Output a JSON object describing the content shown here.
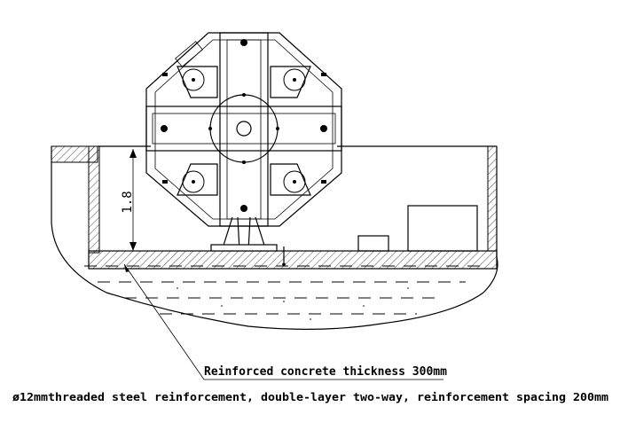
{
  "drawing": {
    "dimension_label": "1.8",
    "note_line_1": "Reinforced concrete thickness 300mm",
    "note_line_2": "ø12mmthreaded steel reinforcement, double-layer two-way, reinforcement spacing 200mm"
  }
}
